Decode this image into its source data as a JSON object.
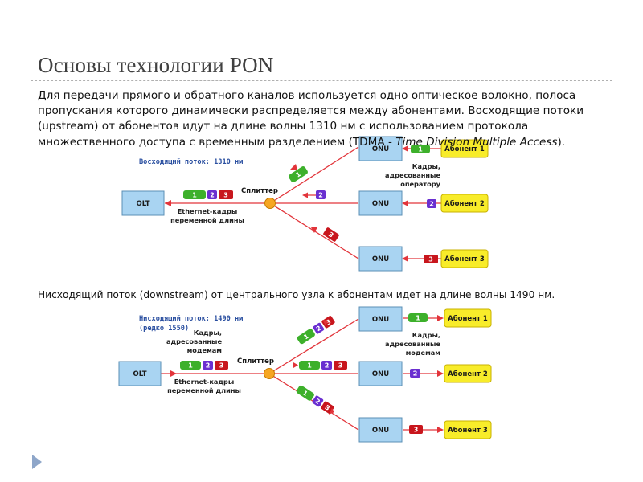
{
  "slide": {
    "title": "Основы технологии PON",
    "p1_a": "Для передачи прямого и обратного каналов используется ",
    "p1_underlined": "одно",
    "p1_b": " оптическое волокно, полоса пропускания которого динамически распределяется между абонентами. Восходящие потоки (upstream) от абонентов идут на длине волны 1310 нм с использованием протокола множественного доступа с временным разделением (TDMA - ",
    "p1_italic": "Time Division Multiple Access",
    "p1_c": ").",
    "p2": "Нисходящий поток (downstream) от центрального узла к абонентам идет на длине волны 1490 нм."
  },
  "upstream": {
    "stream_label": "Восходящий поток: 1310 нм",
    "olt": "OLT",
    "onu": [
      "ONU",
      "ONU",
      "ONU"
    ],
    "subscribers": [
      "Абонент 1",
      "Абонент 2",
      "Абонент 3"
    ],
    "splitter": "Сплиттер",
    "frames_label": [
      "Кадры,",
      "адресованные",
      "оператору"
    ],
    "ethernet_label": [
      "Ethernet-кадры",
      "переменной длины"
    ],
    "olt_packets": [
      "1",
      "2",
      "3"
    ],
    "branch_packets": [
      "1",
      "2",
      "3"
    ],
    "sub_packets": [
      "1",
      "2",
      "3"
    ]
  },
  "downstream": {
    "stream_label_1": "Нисходящий поток: 1490 нм",
    "stream_label_2": "(редко 1550)",
    "olt": "OLT",
    "onu": [
      "ONU",
      "ONU",
      "ONU"
    ],
    "subscribers": [
      "Абонент 1",
      "Абонент 2",
      "Абонент 3"
    ],
    "splitter": "Сплиттер",
    "frames_left": [
      "Кадры,",
      "адресованные",
      "модемам"
    ],
    "frames_right": [
      "Кадры,",
      "адресованные",
      "модемам"
    ],
    "ethernet_label": [
      "Ethernet-кадры",
      "переменной длины"
    ],
    "packets": [
      "1",
      "2",
      "3"
    ],
    "sub_packets": [
      "1",
      "2",
      "3"
    ]
  },
  "colors": {
    "box_fill": "#a9d4f2",
    "box_stroke": "#5b8fb5",
    "subscriber_fill": "#f8ec2a",
    "subscriber_stroke": "#c8b200",
    "line": "#e2343a",
    "splitter": "#f6a623",
    "packet_1": "#3db02b",
    "packet_2": "#6a2fd0",
    "packet_3": "#c8161d",
    "stream_text": "#2a4fa0"
  }
}
